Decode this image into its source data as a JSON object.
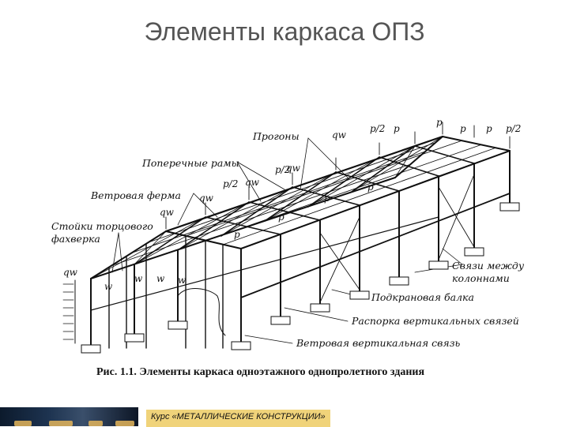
{
  "slide": {
    "title": "Элементы каркаса ОПЗ"
  },
  "figure": {
    "labels": {
      "purlins": "Прогоны",
      "cross_frames": "Поперечные рамы",
      "wind_truss": "Ветровая ферма",
      "end_posts_1": "Стойки торцового",
      "end_posts_2": "фахверка",
      "column_bracing_1": "Связи между",
      "column_bracing_2": "колоннами",
      "crane_beam": "Подкрановая балка",
      "vertical_strut": "Распорка вертикальных связей",
      "wind_vertical_bracing": "Ветровая вертикальная связь"
    },
    "loads": {
      "p": "p",
      "p_half": "p/2",
      "qw": "qw",
      "w": "w"
    },
    "caption": "Рис. 1.1. Элементы каркаса одноэтажного однопролетного здания"
  },
  "footer": {
    "course": "Курс «МЕТАЛЛИЧЕСКИЕ КОНСТРУКЦИИ»"
  }
}
